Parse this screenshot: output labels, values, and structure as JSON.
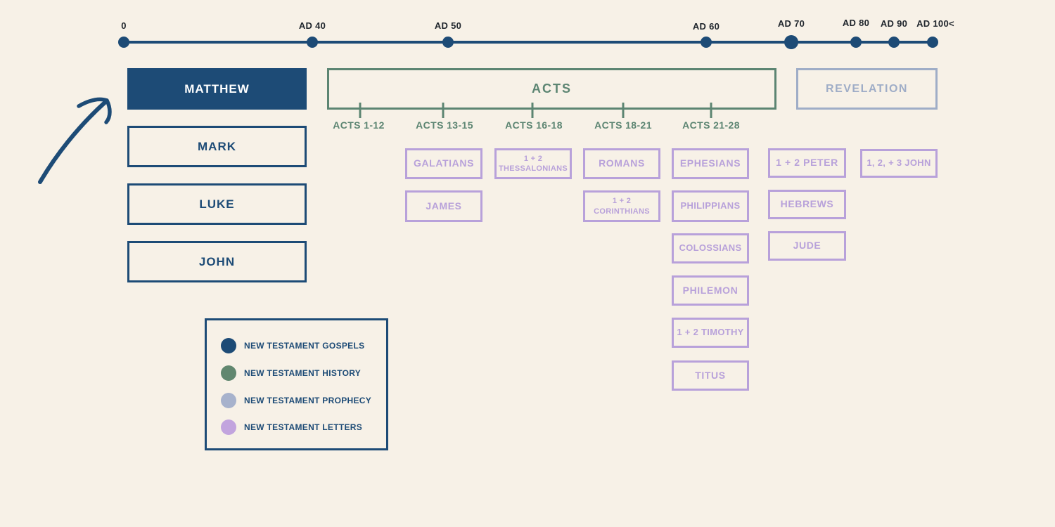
{
  "timeline": {
    "markers": [
      {
        "label": "0"
      },
      {
        "label": "AD 40"
      },
      {
        "label": "AD 50"
      },
      {
        "label": "AD 60"
      },
      {
        "label": "AD 70"
      },
      {
        "label": "AD 80"
      },
      {
        "label": "AD 90"
      },
      {
        "label": "AD 100<"
      }
    ]
  },
  "gospels": {
    "matthew": "MATTHEW",
    "mark": "MARK",
    "luke": "LUKE",
    "john": "JOHN"
  },
  "history": {
    "acts": "ACTS",
    "segments": [
      {
        "label": "ACTS 1-12"
      },
      {
        "label": "ACTS 13-15"
      },
      {
        "label": "ACTS 16-18"
      },
      {
        "label": "ACTS 18-21"
      },
      {
        "label": "ACTS 21-28"
      }
    ]
  },
  "prophecy": {
    "revelation": "REVELATION"
  },
  "letters": {
    "galatians": "GALATIANS",
    "thessalonians": "1 + 2 THESSALONIANS",
    "romans": "ROMANS",
    "ephesians": "EPHESIANS",
    "peter": "1 + 2 PETER",
    "john123": "1, 2, + 3 JOHN",
    "james": "JAMES",
    "corinthians": "1 + 2 CORINTHIANS",
    "philippians": "PHILIPPIANS",
    "hebrews": "HEBREWS",
    "colossians": "COLOSSIANS",
    "jude": "JUDE",
    "philemon": "PHILEMON",
    "timothy": "1 + 2 TIMOTHY",
    "titus": "TITUS"
  },
  "legend": {
    "items": [
      {
        "label": "NEW TESTAMENT GOSPELS",
        "color": "#1d4b76"
      },
      {
        "label": "NEW TESTAMENT HISTORY",
        "color": "#61876f"
      },
      {
        "label": "NEW TESTAMENT PROPHECY",
        "color": "#a7b2cc"
      },
      {
        "label": "NEW TESTAMENT LETTERS",
        "color": "#c2a4de"
      }
    ]
  },
  "colors": {
    "background": "#f7f1e7",
    "gospels_navy": "#1d4b76",
    "history_green": "#5c8572",
    "prophecy_blue": "#9fadc7",
    "letters_purple": "#b8a1da",
    "timeline_text": "#20262d"
  }
}
